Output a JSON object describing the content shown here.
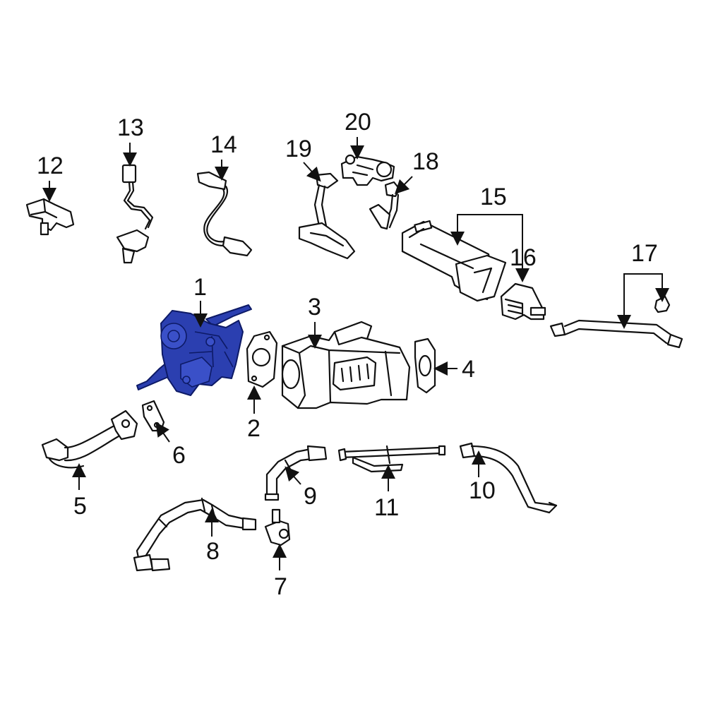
{
  "callouts": [
    {
      "id": "1",
      "label": "1"
    },
    {
      "id": "2",
      "label": "2"
    },
    {
      "id": "3",
      "label": "3"
    },
    {
      "id": "4",
      "label": "4"
    },
    {
      "id": "5",
      "label": "5"
    },
    {
      "id": "6",
      "label": "6"
    },
    {
      "id": "7",
      "label": "7"
    },
    {
      "id": "8",
      "label": "8"
    },
    {
      "id": "9",
      "label": "9"
    },
    {
      "id": "10",
      "label": "10"
    },
    {
      "id": "11",
      "label": "11"
    },
    {
      "id": "12",
      "label": "12"
    },
    {
      "id": "13",
      "label": "13"
    },
    {
      "id": "14",
      "label": "14"
    },
    {
      "id": "15",
      "label": "15"
    },
    {
      "id": "16",
      "label": "16"
    },
    {
      "id": "17",
      "label": "17"
    },
    {
      "id": "18",
      "label": "18"
    },
    {
      "id": "19",
      "label": "19"
    },
    {
      "id": "20",
      "label": "20"
    }
  ],
  "colors": {
    "highlight": "#2b3fb0",
    "outline": "#111111",
    "background": "#ffffff"
  }
}
